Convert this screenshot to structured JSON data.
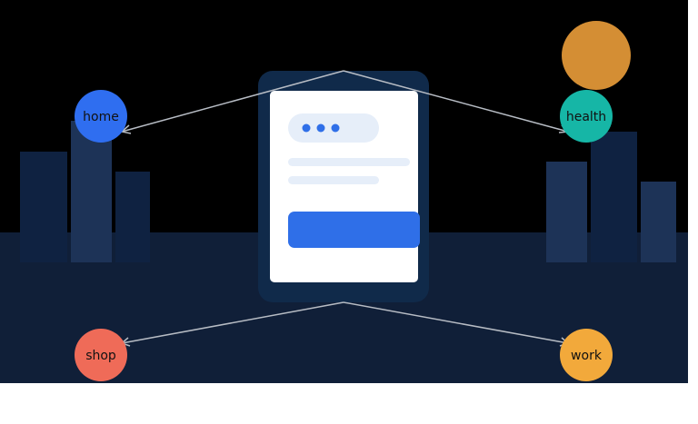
{
  "labels": {
    "home": "home",
    "health": "health",
    "shop": "shop",
    "work": "work"
  },
  "colors": {
    "night_sky": "#000000",
    "ground": "#101f38",
    "building_dark": "#0f2241",
    "building_light": "#1d3357",
    "phone_frame": "#102a4a",
    "phone_screen": "#ffffff",
    "screen_placeholder": "#e6eef9",
    "accent_blue": "#2f6fe8",
    "connector_line": "#b7bcc4",
    "home_circle": "#2f6ef0",
    "health_circle": "#16b6a6",
    "shop_circle": "#ef6b58",
    "work_circle": "#f2a93b",
    "sun": "#d48e34"
  }
}
